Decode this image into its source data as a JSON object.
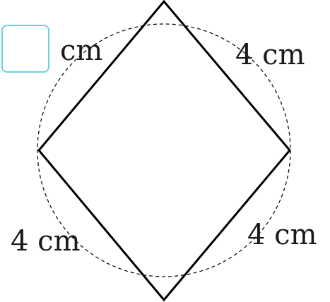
{
  "answer_box": {
    "value": ""
  },
  "labels": {
    "top_left_unit": "cm",
    "top_right": "4 cm",
    "bottom_left": "4 cm",
    "bottom_right": "4 cm"
  },
  "colors": {
    "answer_box_border": "#67d3e3",
    "stroke": "#000000"
  }
}
